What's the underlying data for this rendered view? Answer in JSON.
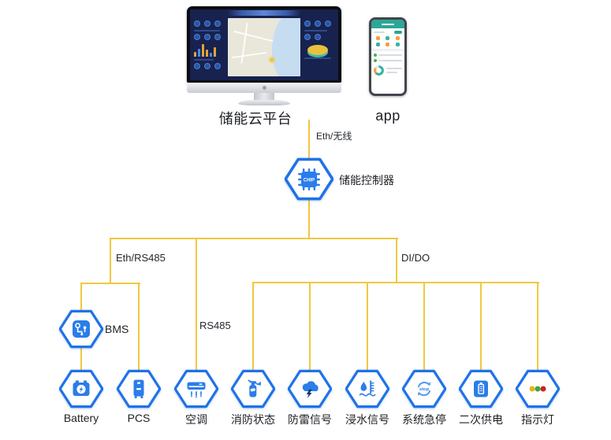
{
  "platform": {
    "label": "储能云平台"
  },
  "app": {
    "label": "app"
  },
  "controller": {
    "label": "储能控制器",
    "chip_text": "CHIP"
  },
  "links": {
    "eth_wireless": "Eth/无线",
    "eth_rs485": "Eth/RS485",
    "rs485": "RS485",
    "di_do": "DI/DO"
  },
  "nodes": {
    "bms": {
      "label": "BMS"
    },
    "battery": {
      "label": "Battery"
    },
    "pcs": {
      "label": "PCS"
    },
    "air_conditioner": {
      "label": "空调"
    },
    "fire_status": {
      "label": "消防状态"
    },
    "lightning_signal": {
      "label": "防雷信号"
    },
    "flood_signal": {
      "label": "浸水信号"
    },
    "emergency_stop": {
      "label": "系统急停",
      "icon_text": "stop"
    },
    "secondary_power": {
      "label": "二次供电"
    },
    "indicator_light": {
      "label": "指示灯"
    }
  },
  "colors": {
    "connector_line": "#F1C83F",
    "hexagon_border": "#1E73E8",
    "icon_blue": "#2B7DE9",
    "bolt_navy": "#16366e",
    "indicator_yellow": "#E9B416",
    "indicator_green": "#3BA93B",
    "indicator_red": "#CE2020",
    "dashboard_bg": "#17224E",
    "phone_accent": "#2CA797"
  }
}
